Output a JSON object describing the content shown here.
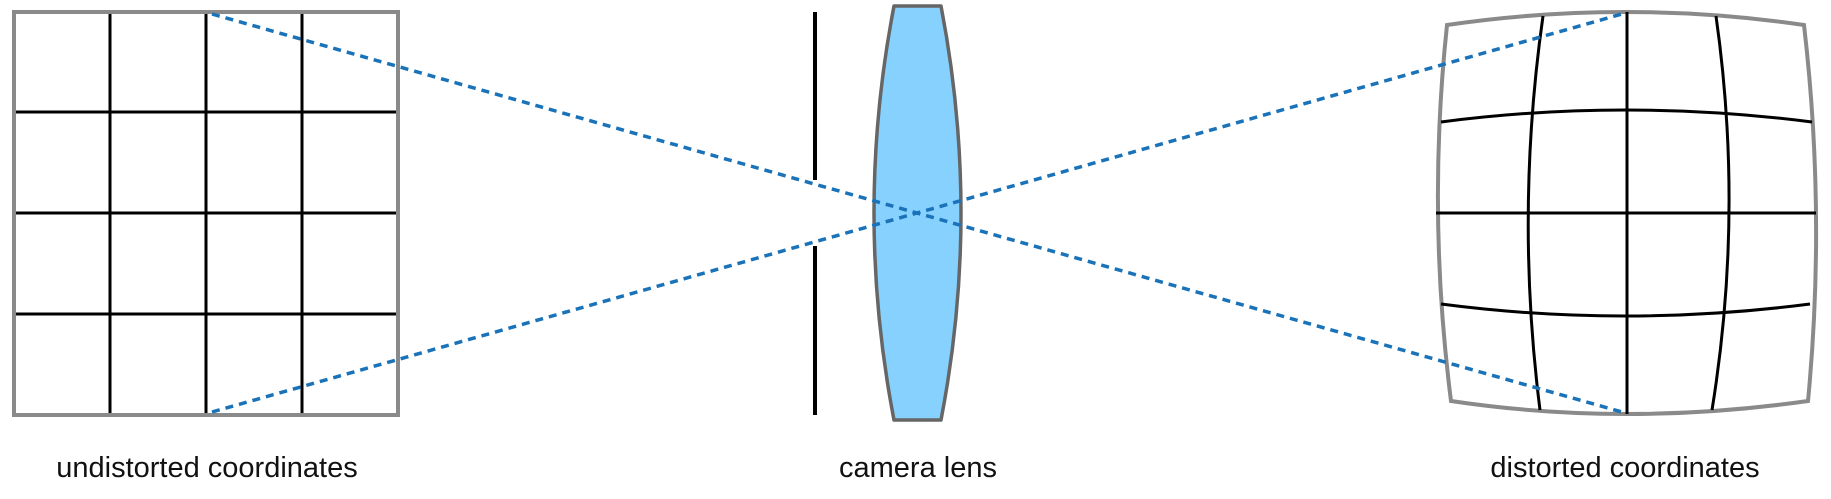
{
  "labels": {
    "left": "undistorted coordinates",
    "center": "camera lens",
    "right": "distorted coordinates"
  },
  "colors": {
    "frame": "#8a8a8a",
    "grid": "#000000",
    "ray": "#1a73b8",
    "lens_fill": "#87d1ff",
    "lens_stroke": "#666666",
    "aperture": "#000000",
    "text": "#111111"
  },
  "grid": {
    "divisions": 4
  }
}
